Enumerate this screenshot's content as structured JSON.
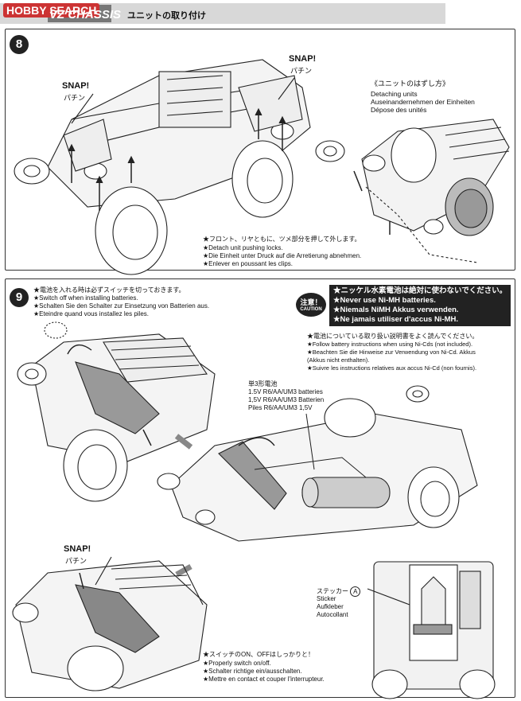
{
  "header": {
    "logo": "HOBBY SEARCH",
    "chassis_title": "VZ CHASSIS",
    "title_jp": "ユニットの取り付け"
  },
  "step8": {
    "number": "8",
    "snap_left": "SNAP!",
    "snap_left_jp": "パチン",
    "snap_right": "SNAP!",
    "snap_right_jp": "パチン",
    "detach_title_jp": "《ユニットのはずし方》",
    "detach_en": "Detaching units",
    "detach_de": "Auseinandernehmen der Einheiten",
    "detach_fr": "Dépose des unités",
    "note_jp": "★フロント、リヤともに、ツメ部分を押して外します。",
    "note_en": "★Detach unit pushing locks.",
    "note_de": "★Die Einheit unter Druck auf die Arretierung abnehmen.",
    "note_fr": "★Enlever en poussant les clips."
  },
  "step9": {
    "number": "9",
    "switch_jp": "★電池を入れる時は必ずスイッチを切っておきます。",
    "switch_en": "★Switch off when installing batteries.",
    "switch_de": "★Schalten Sie den Schalter zur Einsetzung von Batterien aus.",
    "switch_fr": "★Eteindre quand vous installez les piles.",
    "caution_jp": "注意！",
    "caution_en": "CAUTION",
    "caution_line1": "★ニッケル水素電池は絶対に使わないでください。",
    "caution_line2": "★Never use Ni-MH batteries.",
    "caution_line3": "★Niemals NiMH Akkus verwenden.",
    "caution_line4": "★Ne jamais utiliser d'accus Ni-MH.",
    "battery_note_jp": "★電池についている取り扱い説明書をよく読んでください。",
    "battery_note_en": "★Follow battery instructions when using Ni-Cds (not included).",
    "battery_note_de1": "★Beachten Sie die Hinweise zur Verwendung von Ni-Cd. Akkus",
    "battery_note_de2": "(Akkus nicht enthalten).",
    "battery_note_fr": "★Suivre les instructions relatives aux accus Ni-Cd (non fournis).",
    "battery_label_jp": "単3形電池",
    "battery_label_en": "1.5V R6/AA/UM3 batteries",
    "battery_label_de": "1,5V R6/AA/UM3 Batterien",
    "battery_label_fr": "Piles R6/AA/UM3 1,5V",
    "snap": "SNAP!",
    "snap_jp": "パチン",
    "sticker_jp": "ステッカー",
    "sticker_letter": "A",
    "sticker_en": "Sticker",
    "sticker_de": "Aufkleber",
    "sticker_fr": "Autocollant",
    "onoff_jp": "★スイッチのON、OFFはしっかりと！",
    "onoff_en": "★Properly switch on/off.",
    "onoff_de": "★Schalter richtige ein/ausschalten.",
    "onoff_fr": "★Mettre en contact et couper l'interrupteur."
  }
}
